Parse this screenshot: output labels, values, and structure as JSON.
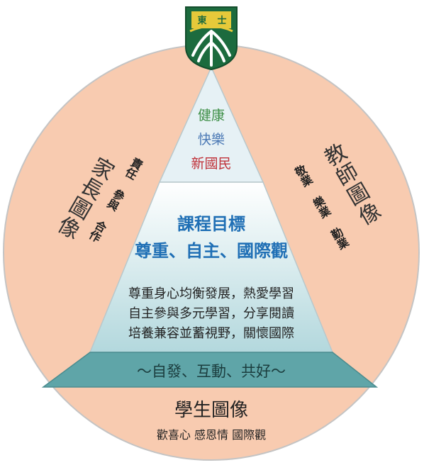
{
  "logo": {
    "text_left": "東",
    "text_right": "士"
  },
  "apex": {
    "line1": "健康",
    "line2": "快樂",
    "line3": "新國民"
  },
  "goals": {
    "heading": "課程目標",
    "values": "尊重、自主、國際觀",
    "items": [
      "尊重身心均衡發展，熱愛學習",
      "自主參與多元學習，分享閱讀",
      "培養兼容並蓄視野，關懷國際"
    ]
  },
  "band": {
    "motto": "～自發、互動、共好～"
  },
  "parent": {
    "title": "家長圖像",
    "traits": "責任 參與 合作"
  },
  "teacher": {
    "title": "教師圖像",
    "traits": "敬業 樂業 勤業"
  },
  "student": {
    "title": "學生圖像",
    "traits": "歡喜心 感恩情 國際觀"
  },
  "colors": {
    "circle_fill": "#f8cbb0",
    "circle_stroke": "#c4c4c4",
    "top_tier": "#e6f1f5",
    "mid_tier_top": "#ffffff",
    "mid_tier_bottom": "#b3d8dd",
    "base_band": "#5fa5a8",
    "heading_blue": "#1f6fb5",
    "green": "#3e8f47",
    "blue": "#4b79b5",
    "red": "#c0323a",
    "dark_text": "#222222",
    "logo_green": "#1c6b3e",
    "logo_yellow": "#e6c93a"
  }
}
